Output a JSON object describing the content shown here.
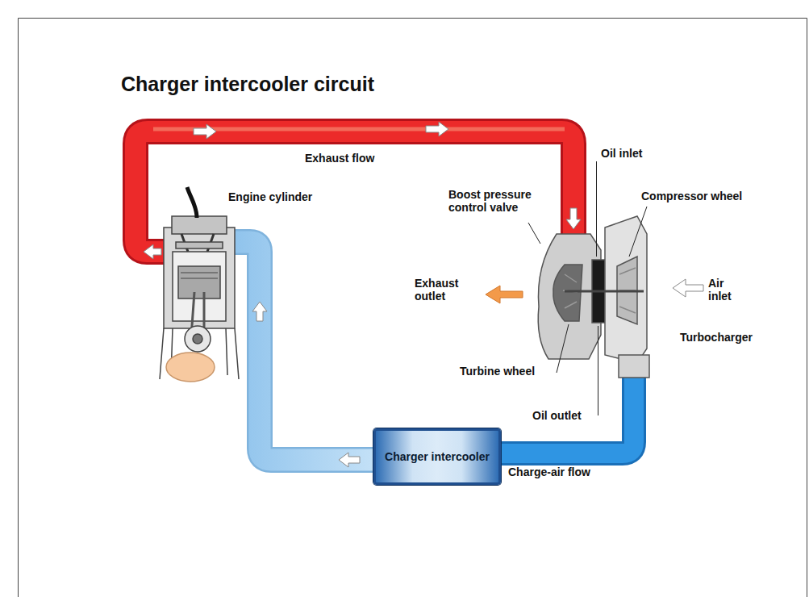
{
  "diagram": {
    "title": "Charger intercooler circuit",
    "nodes": [
      {
        "text": [
          "Charger intercooler"
        ]
      }
    ],
    "labels": [
      "Exhaust flow",
      "Engine cylinder",
      "Oil inlet",
      "Boost pressure control valve",
      "Compressor wheel",
      "Exhaust outlet",
      "Air inlet",
      "Turbocharger",
      "Turbine wheel",
      "Oil outlet",
      "Charge-air flow"
    ]
  }
}
